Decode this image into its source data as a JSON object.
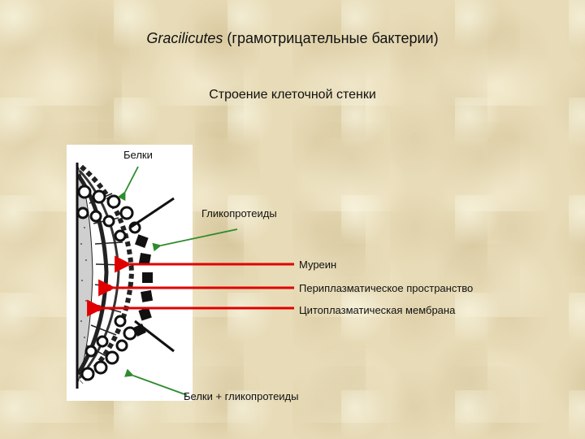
{
  "header": {
    "title_italic": "Gracilicutes",
    "title_rest": " (грамотрицательные бактерии)",
    "subtitle": "Строение клеточной стенки"
  },
  "labels": {
    "proteins": "Белки",
    "glycoproteins": "Гликопротеиды",
    "murein": "Муреин",
    "periplasmic": "Периплазматическое пространство",
    "cytoplasmic": "Цитоплазматическая мембрана",
    "proteins_glyco": "Белки + гликопротеиды"
  },
  "colors": {
    "red_arrow": "#e00000",
    "green_arrow": "#2e8b2e",
    "ink": "#111111"
  }
}
